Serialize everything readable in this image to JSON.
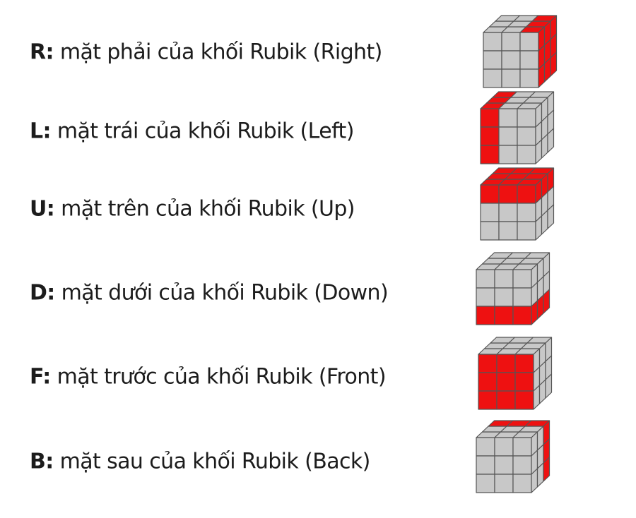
{
  "colors": {
    "face_gray": "#c8c8c8",
    "face_red": "#ee1111",
    "line": "#555555"
  },
  "moves": [
    {
      "key": "R:",
      "text": " mặt phải của khối Rubik (Right)",
      "highlight": "right",
      "icon": "rubik-cube-right-face-icon"
    },
    {
      "key": "L:",
      "text": " mặt trái của khối Rubik (Left)",
      "highlight": "left",
      "icon": "rubik-cube-left-face-icon"
    },
    {
      "key": "U:",
      "text": " mặt trên của khối Rubik (Up)",
      "highlight": "up",
      "icon": "rubik-cube-up-face-icon"
    },
    {
      "key": "D:",
      "text": " mặt dưới của khối Rubik (Down)",
      "highlight": "down",
      "icon": "rubik-cube-down-face-icon"
    },
    {
      "key": "F:",
      "text": " mặt trước của khối Rubik (Front)",
      "highlight": "front",
      "icon": "rubik-cube-front-face-icon"
    },
    {
      "key": "B:",
      "text": " mặt sau của khối Rubik (Back)",
      "highlight": "back",
      "icon": "rubik-cube-back-face-icon"
    }
  ]
}
